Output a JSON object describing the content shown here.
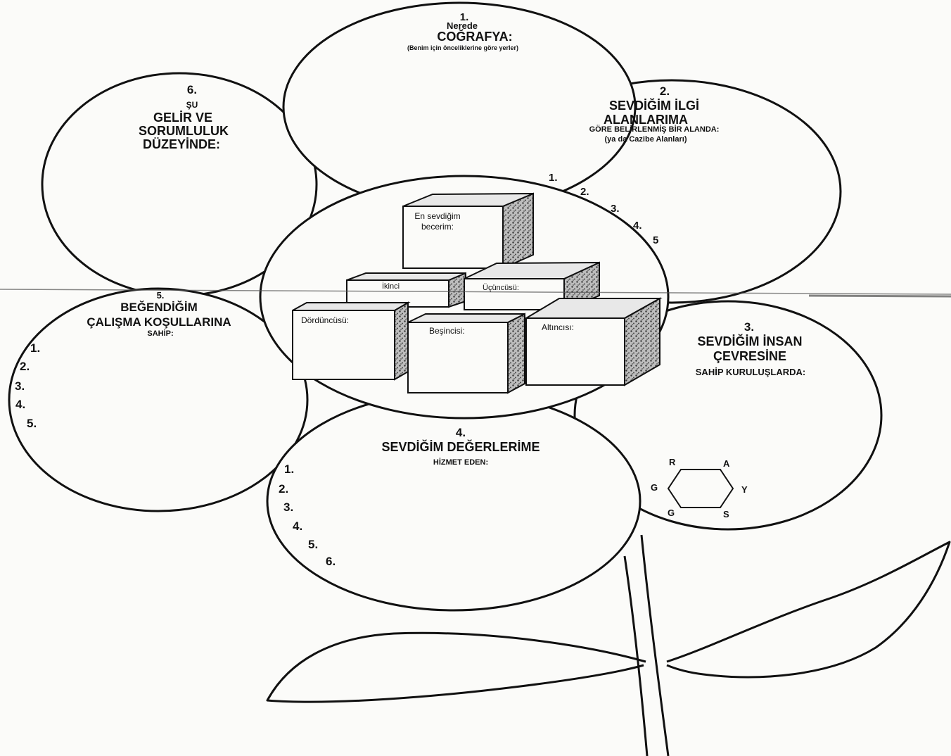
{
  "petals": {
    "geography": {
      "number": "1.",
      "line1": "Nerede",
      "title": "COĞRAFYA:",
      "subtitle": "(Benim için önceliklerine göre yerler)"
    },
    "interests": {
      "number": "2.",
      "title_line1": "SEVDİĞİM İLGİ",
      "title_line2": "ALANLARIMA",
      "subtitle1": "GÖRE BELİRLENMİŞ BİR ALANDA:",
      "subtitle2": "(ya da Cazibe Alanları)",
      "items": [
        "1.",
        "2.",
        "3.",
        "4.",
        "5"
      ]
    },
    "people": {
      "number": "3.",
      "title_line1": "SEVDİĞİM İNSAN",
      "title_line2": "ÇEVRESİNE",
      "subtitle": "SAHİP KURULUŞLARDA:",
      "hexagon_letters": [
        "R",
        "A",
        "Y",
        "S",
        "G",
        "G"
      ]
    },
    "values": {
      "number": "4.",
      "title": "SEVDİĞİM DEĞERLERİME",
      "subtitle": "HİZMET EDEN:",
      "items": [
        "1.",
        "2.",
        "3.",
        "4.",
        "5.",
        "6."
      ]
    },
    "conditions": {
      "number": "5.",
      "title_line1": "BEĞENDİĞİM",
      "title_line2": "ÇALIŞMA KOŞULLARINA",
      "subtitle": "SAHİP:",
      "items": [
        "1.",
        "2.",
        "3.",
        "4.",
        "5."
      ]
    },
    "income": {
      "number": "6.",
      "line1": "ŞU",
      "title_line1": "GELİR VE",
      "title_line2": "SORUMLULUK",
      "title_line3": "DÜZEYİNDE:"
    }
  },
  "center": {
    "skills": [
      "En sevdiğim",
      "becerim:"
    ],
    "second": "İkinci",
    "third": "Üçüncüsü:",
    "fourth": "Dördüncüsü:",
    "fifth": "Beşincisi:",
    "sixth": "Altıncısı:"
  },
  "colors": {
    "ink": "#111111",
    "paper": "#fbfbf9",
    "texture": "#555555"
  }
}
